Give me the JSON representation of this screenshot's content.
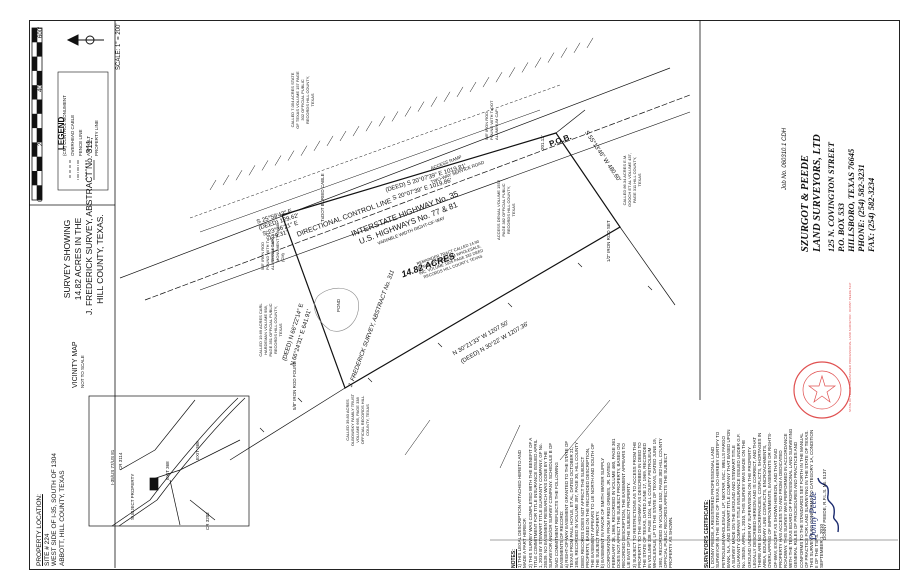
{
  "scale_bar": {
    "ticks": [
      "0'",
      "200'",
      "400'",
      "600'"
    ],
    "scale_label": "SCALE: 1\" = 200'"
  },
  "legend": {
    "title": "LEGEND",
    "items": [
      "PROPERTY LINE",
      "ASPHALT",
      "FENCE LINE",
      "OVERHEAD CABLE",
      "(CM) CONTROL MONUMENT"
    ]
  },
  "title_block": {
    "heading": "SURVEY SHOWING",
    "line1": "14.82 ACRES IN THE",
    "line2": "J. FREDERICK SURVEY, ABSTRACT No. 311,",
    "line3": "HILL COUNTY, TEXAS."
  },
  "vicinity_map": {
    "title": "VICINITY MAP",
    "subtitle": "NOT TO SCALE",
    "labels": [
      "SUBJECT PROPERTY",
      "EXIT 368",
      "EXIT 368",
      "CR 3114",
      "I-35/US 77/US 81",
      "CR 3202"
    ]
  },
  "property_location": {
    "title": "PROPERTY LOCATION:",
    "lines": [
      "SITE # 224",
      "WEST SIDE OF I-35, SOUTH OF 1304",
      "ABBOTT, HILL COUNTY, TEXAS"
    ]
  },
  "highway": {
    "name": "INTERSTATE HIGHWAY No. 35",
    "us": "U.S. HIGHWAYS No. 77 & 81",
    "row": "VARIABLE WIDTH RIGHT-OF-WAY",
    "access_ramp": "ACCESS RAMP",
    "service_road": "TWO-WAY SERVICE ROAD",
    "called_state": "CALLED 7.054 ACRES STATE OF TEXAS VOLUME 157 PAGE 302 OFFICIAL PUBLIC RECORDS HILL COUNTY, TEXAS",
    "control_line": "DIRECTIONAL CONTROL LINE"
  },
  "calls": {
    "north_line": "S 20°07'39\" E 1019.86'",
    "north_deed": "(DEED) S 20°07'39\" E 1019.81'",
    "west_line": "N 66°24'31\" E 641.91'",
    "west_deed": "(DEED) N 66°22'14\" E",
    "south_line": "N 30°21'33\" W 1207.50'",
    "south_deed": "(DEED) N 30°22' W 1207.36'",
    "east_line": "S 55°13'46\" W 480.60'",
    "nw_corner_1": "S 23°36'21\" E",
    "nw_corner_2": "(DEED) 129.62'",
    "nw_corner_3": "129.31'",
    "nw_corner_0": "S 25°59'43\" E"
  },
  "tract": {
    "acres": "14.82 ACRES",
    "remainder": "REMAINDER TRACT CALLED 14.90 ACRES PETROLEUM WHOLESALE, INC. VOLUME 1025 PAGE 332 DEED RECORDS HILL COUNTY, TEXAS",
    "abstract": "J. FREDERICK SURVEY, ABSTRACT No. 311",
    "pond": "POND",
    "called_west": "CALLED 19.69 ACRES CARL HARDEMAN VOLUME 958, PAGE 351 OFFICIAL PUBLIC RECORDS HILL COUNTY, TEXAS",
    "called_south": "CALLED 39.83 ACRES OLBOWSKY FAMILY TRUST VOLUME 665, PAGE 338 OFFICIAL RECORDS HILL COUNTY, TEXAS",
    "called_east": "CALLED 86.34 ACRES E.M. GOOCH ET AL VOLUME 437, PAGE 311 HILL COUNTY, TEXAS",
    "pob": "P.O.B.",
    "access_denial": "ACCESS DENIAL VOLUME 1552 PAGE 382 OFFICIAL PUBLIC RECORDS HILL COUNTY, TEXAS",
    "monuments": [
      "TxDOT BURIED CABLE",
      "TYPE II TxDOT MONUMENT FOUND (CM)",
      "5/8\" IRON ROD FOUND WITH TxDOT ALUMINUM CAP",
      "5/8\" IRON ROD FOUND",
      "1/2\" IRON ROD SET",
      "5/8\" IRON ROD FOUND WITH TxDOT ALUMINUM CAP"
    ],
    "dist_small": "201.12'"
  },
  "notes": {
    "title": "NOTES:",
    "items": [
      "1) THIS LEGAL DESCRIPTION ATTACHED HERETO AND MADE A PART HEREOF.",
      "2) THIS SURVEY WAS COMPLETED WITH THE BENEFIT OF A TITLE COMMITMENT FOR TITLE INSURANCE ISSUED APRIL 1, 2010 BY STEWART TITLE GUARANTY COMPANY, GF No. 25539. NO EASEMENT RESEARCH WAS DONE BY THE SURVEYOR AND/OR SURVEY COMPANY. SCHEDULE B OF SAID COMMITMENT REFLECTS THE FOLLOWING EASEMENTS OF RECORD:",
      "a) RIGHT-OF-WAY EASEMENT GRANTED TO THE STATE OF TEXAS FROM PAUL HOYLE, ET AL, DATED OCTOBER 21, 1954, RECORDED IN VOLUME 397, PAGE 30, HILL COUNTY DEED RECORDS DOES NOT AFFECT THE SUBJECT PROPERTY, BASED ON THE RECORDED DESCRIPTION, THE EASEMENT APPEARS TO LIE NORTH AND SOUTH OF THE SUBJECT PROPERTY.",
      "b) EASEMENT IN FAVOR OF SMITH WATER SUPPLY CORPORATION FROM FRED GRIMES, JR. DATED FEBRUARY 26, 1969, RECORDED IN VOLUME 460, PAGE 361 DOES NOT AFFECT THE SUBJECT PROPERTY, BASED ON RECORDED DESCRIPTION, THE EASEMENT APPEARS TO LIE EAST OF THE SUBJECT PROPERTY.",
      "3) SUBJECT TO RESTRICTIONS AS TO ACCESS FROM THE PROPERTY TO THE HIGHWAY AS DESCRIBED IN DEED TO THE STATE OF TEXAS, DATED JUNE 17, 1969, RECORDED IN VOLUME 338, PAGE 1104, HILL COUNTY PETROLEUM WHOLESALE, LP TO THE STATE OF TEXAS, DATED JUNE 19, 1992, RECORDED IN VOLUME 1552, PAGE 382 HILL COUNTY OFFICIAL PUBLIC RECORDS AFFECTS THE SUBJECT PROPERTY AS SHOWN."
    ]
  },
  "certificate": {
    "title": "SURVEYOR'S CERTIFICATE:",
    "text": "I, DONNY PEEDE, A REGISTERED PROFESSIONAL LAND SURVEYOR IN THE STATE OF TEXAS, DO HEREBY CERTIFY TO PETROLEUM WHOLESALE, LP; NEXTAR, INC.; WELLS FARGO BANK, N.A., AND STEWART TITLE COMPANY THAT BASED UPON A SURVEY MADE ON THE GROUND AND STEWART TITLE GUARANTY COMPANY TITLE INSURANCE ISSUED UNDER G.F. No. 25539, APRIL 1, 2010, THIS SURVEY WAS MADE ON THE GROUND UNDER MY SUPERVISION ON THE PROPERTY LEGALLY DESCRIBED HEREON AND IS CORRECT, AND THAT THERE ARE NO DISCREPANCIES, CONFLICTS, SHORTAGES IN AREA, BOUNDARY LINE CONFLICTS, ENCROACHMENTS, OVERLAPPING OF IMPROVEMENTS, EASEMENTS OR RIGHTS-OF-WAY, EXCEPT AS SHOWN HEREON, AND THAT SAID PROPERTY HAS ACCESS TO AND FROM A DEDICATED ROADWAY. THIS SURVEY WAS PERFORMED IN ACCORDANCE WITH THE TEXAS BOARD OF PROFESSIONAL LAND SURVEYING GENERAL RULES OF PROCEDURES AND PRACTICES AND CONFORMS TO THE STANDARDS SET FORTH IN THE MANUAL OF PRACTICE FOR LAND SURVEYING IN THE STATE OF TEXAS. THIS SURVEY ALSO CONFORMS TO CATEGORY 1A, CONDITION II OF THE TSPS.",
    "signature": "Donny Peede",
    "signature_line": "DONNY PEEDE, R.P.L.S. No. 5137",
    "date_prefix": "SEPTEMBER 1, 2010"
  },
  "company": {
    "job_no": "Job No. 060310.1 CDH",
    "name_line1": "SZURGOT & PEEDE",
    "name_line2": "LAND SURVEYORS, LTD",
    "address": "125 N. COVINGTON STREET",
    "pobox": "P.O. BOX 533",
    "city": "HILLSBORO, TEXAS 76645",
    "phone": "PHONE: (254) 582-3231",
    "fax": "FAX: (254) 582-3234"
  },
  "seal": {
    "text": "STATE OF TEXAS · REGISTERED PROFESSIONAL LAND SURVEYOR · DONNY PEEDE 5137"
  }
}
